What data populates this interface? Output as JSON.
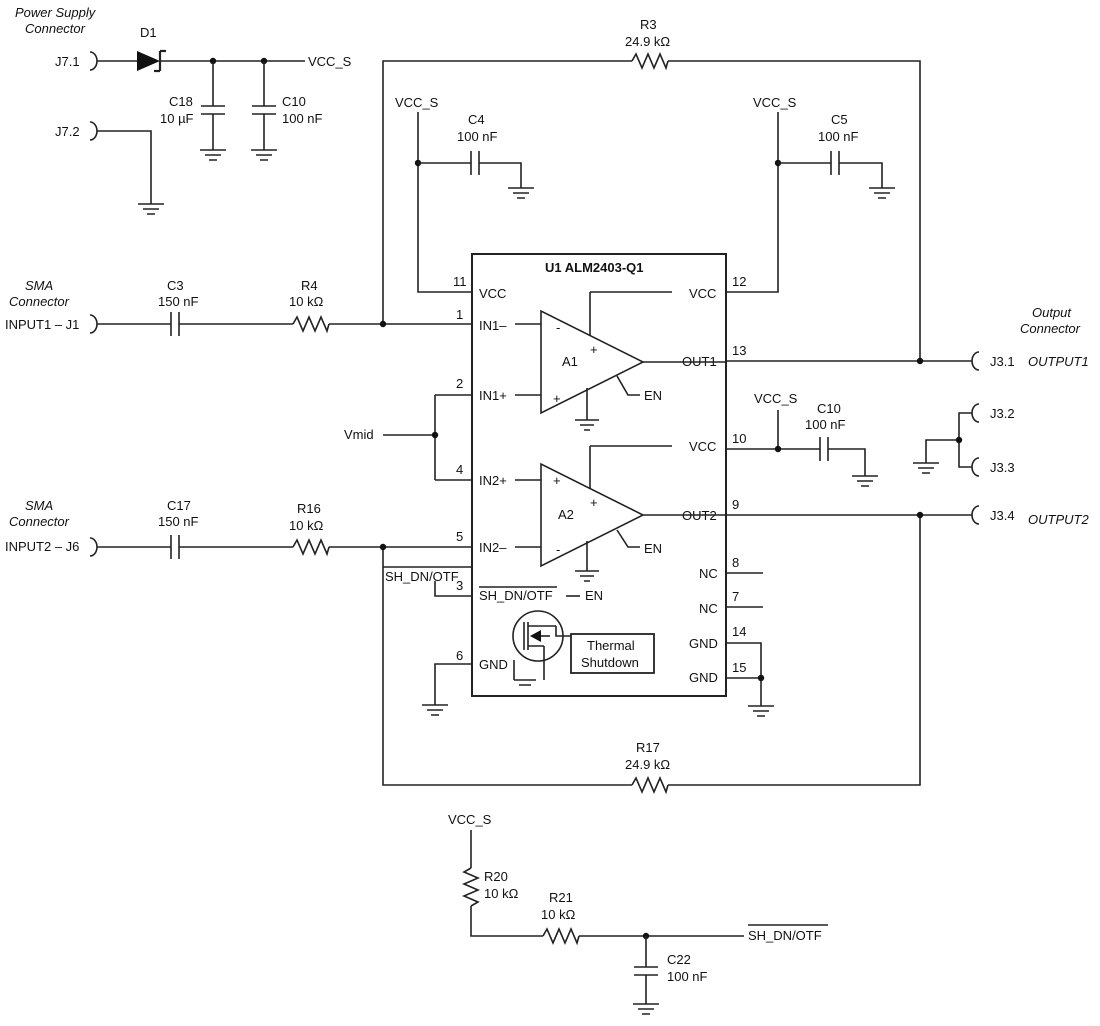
{
  "power": {
    "section": [
      "Power Supply",
      "Connector"
    ],
    "j71": "J7.1",
    "j72": "J7.2",
    "d1": "D1",
    "vcc_net": "VCC_S",
    "c18": {
      "ref": "C18",
      "val": "10 µF"
    },
    "c10a": {
      "ref": "C10",
      "val": "100 nF"
    }
  },
  "feedback": {
    "r3": {
      "ref": "R3",
      "val": "24.9 kΩ"
    },
    "r17": {
      "ref": "R17",
      "val": "24.9 kΩ"
    }
  },
  "decoupling": {
    "vcc1": "VCC_S",
    "c4": {
      "ref": "C4",
      "val": "100 nF"
    },
    "vcc2": "VCC_S",
    "c5": {
      "ref": "C5",
      "val": "100 nF"
    },
    "vcc3": "VCC_S",
    "c10b": {
      "ref": "C10",
      "val": "100 nF"
    }
  },
  "input1": {
    "section": [
      "SMA",
      "Connector"
    ],
    "label": "INPUT1 – J1",
    "c3": {
      "ref": "C3",
      "val": "150 nF"
    },
    "r4": {
      "ref": "R4",
      "val": "10 kΩ"
    }
  },
  "input2": {
    "section": [
      "SMA",
      "Connector"
    ],
    "label": "INPUT2 – J6",
    "c17": {
      "ref": "C17",
      "val": "150 nF"
    },
    "r16": {
      "ref": "R16",
      "val": "10 kΩ"
    }
  },
  "vmid": "Vmid",
  "ic": {
    "title": "U1 ALM2403-Q1",
    "left_pins": [
      {
        "num": "11",
        "name": "VCC"
      },
      {
        "num": "1",
        "name": "IN1–"
      },
      {
        "num": "2",
        "name": "IN1+"
      },
      {
        "num": "4",
        "name": "IN2+"
      },
      {
        "num": "5",
        "name": "IN2–"
      },
      {
        "num": "3",
        "name": "SH_DN/OTF"
      },
      {
        "num": "6",
        "name": "GND"
      }
    ],
    "right_pins": [
      {
        "num": "12",
        "name": "VCC"
      },
      {
        "num": "13",
        "name": "OUT1"
      },
      {
        "num": "10",
        "name": "VCC"
      },
      {
        "num": "9",
        "name": "OUT2"
      },
      {
        "num": "8",
        "name": "NC"
      },
      {
        "num": "7",
        "name": "NC"
      },
      {
        "num": "14",
        "name": "GND"
      },
      {
        "num": "15",
        "name": "GND"
      }
    ],
    "amp1": "A1",
    "amp2": "A2",
    "en1": "EN",
    "en2": "EN",
    "en3": "EN",
    "minus": "-",
    "plus": "+",
    "thermal": [
      "Thermal",
      "Shutdown"
    ],
    "shdn_net": "SH_DN/OTF"
  },
  "output": {
    "section": [
      "Output",
      "Connector"
    ],
    "j31": "J3.1",
    "j32": "J3.2",
    "j33": "J3.3",
    "j34": "J3.4",
    "out1": "OUTPUT1",
    "out2": "OUTPUT2"
  },
  "shutdown": {
    "vcc": "VCC_S",
    "r20": {
      "ref": "R20",
      "val": "10 kΩ"
    },
    "r21": {
      "ref": "R21",
      "val": "10 kΩ"
    },
    "c22": {
      "ref": "C22",
      "val": "100 nF"
    },
    "net": "SH_DN/OTF"
  }
}
